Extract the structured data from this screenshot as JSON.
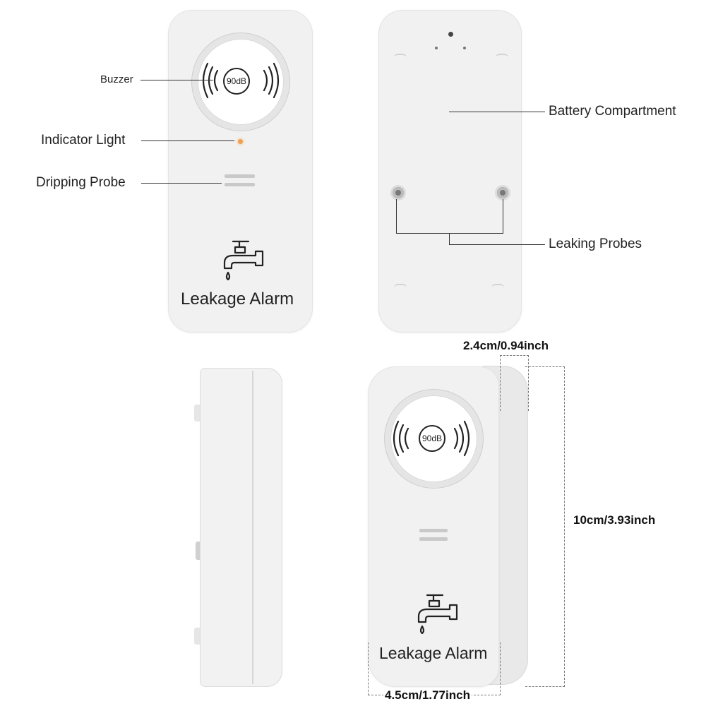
{
  "front": {
    "buzzer_label": "Buzzer",
    "indicator_label": "Indicator Light",
    "probe_label": "Dripping Probe",
    "db_text": "90dB",
    "brand_text": "Leakage Alarm"
  },
  "back": {
    "battery_label": "Battery Compartment",
    "probes_label": "Leaking Probes"
  },
  "dimensions": {
    "depth": "2.4cm/0.94inch",
    "height": "10cm/3.93inch",
    "width": "4.5cm/1.77inch"
  },
  "colors": {
    "device_body": "#f1f1f1",
    "indicator_light": "#f0a050"
  }
}
